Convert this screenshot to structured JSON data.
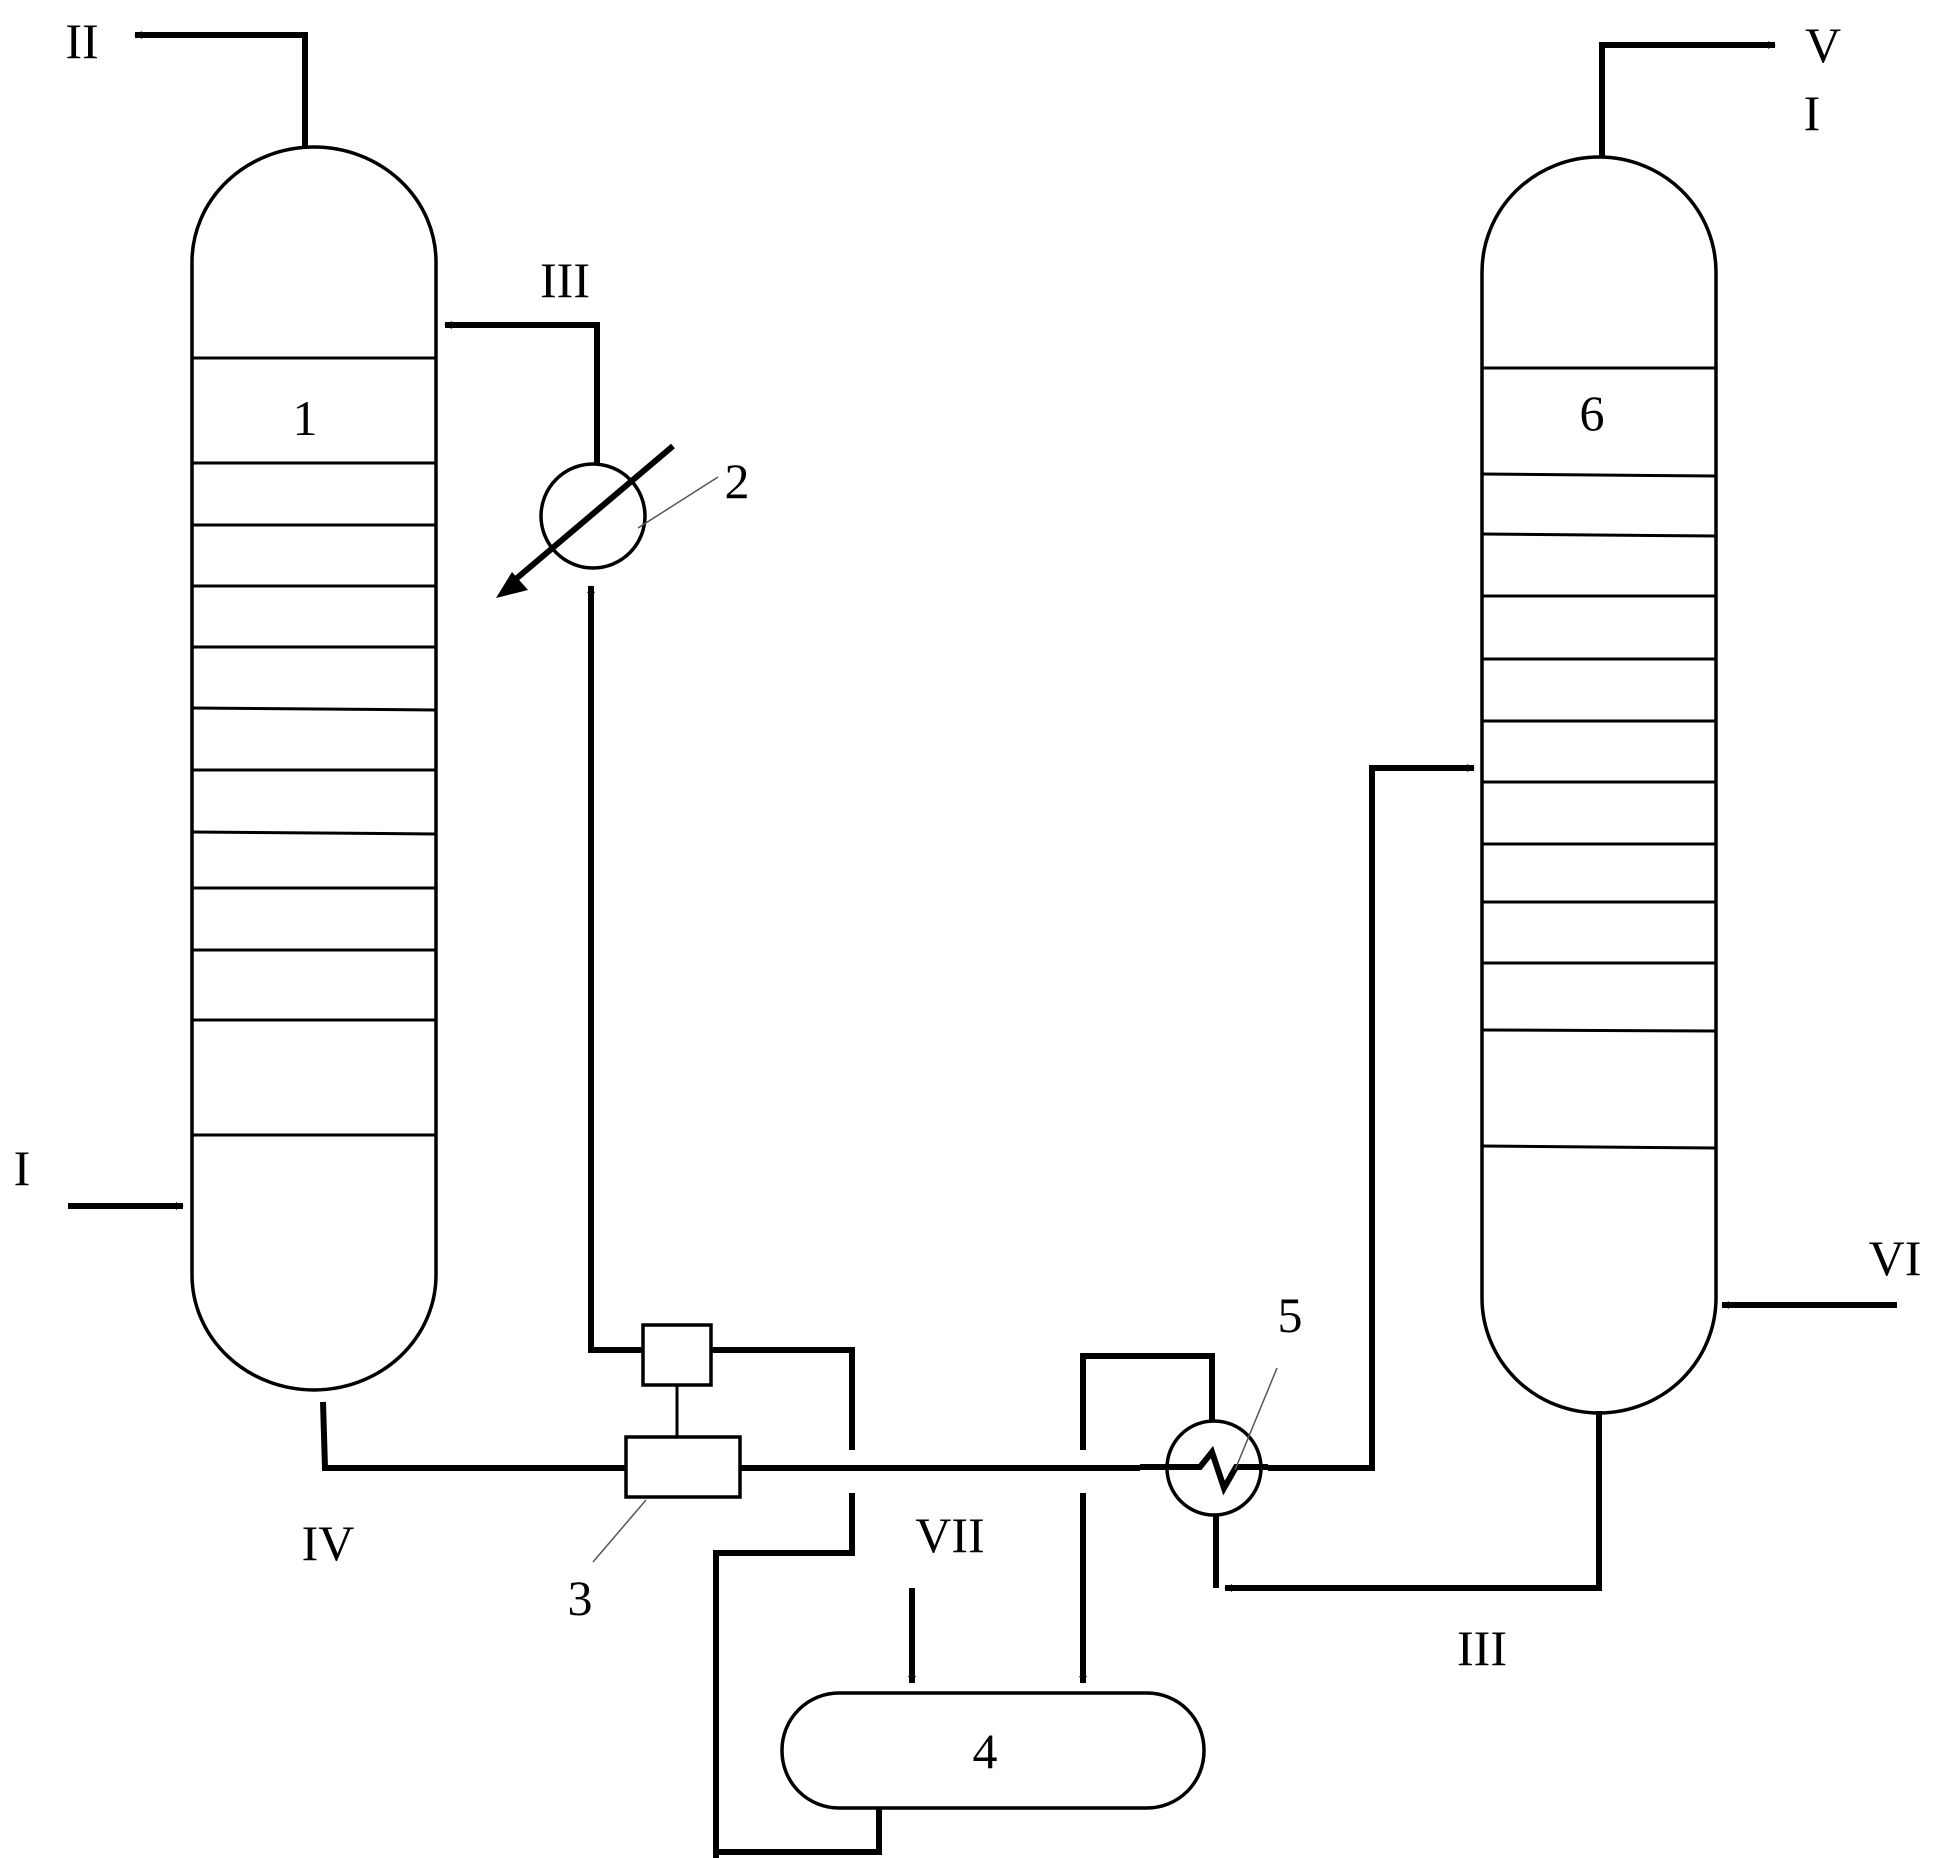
{
  "streams": {
    "top_left": "II",
    "top_right_line1": "V",
    "top_right_line2": "I",
    "reflux_in": "III",
    "feed_left": "I",
    "bottoms_left": "IV",
    "makeup": "VII",
    "return_right": "III",
    "feed_right": "VI"
  },
  "equipment": {
    "column_left": "1",
    "condenser": "2",
    "pump": "3",
    "drum": "4",
    "heater": "5",
    "column_right": "6"
  }
}
